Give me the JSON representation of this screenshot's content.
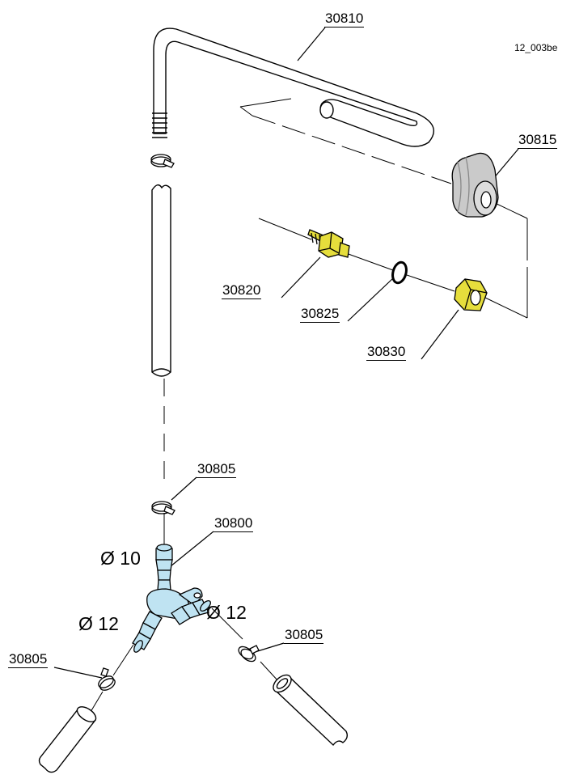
{
  "drawing": {
    "reference": "12_003be",
    "labels": {
      "part_30810": "30810",
      "part_30815": "30815",
      "part_30820": "30820",
      "part_30825": "30825",
      "part_30830": "30830",
      "part_30805_top": "30805",
      "part_30800": "30800",
      "part_30805_left": "30805",
      "part_30805_right": "30805"
    },
    "dimensions": {
      "top_outlet": "Ø 10",
      "left_outlet": "Ø 12",
      "right_outlet": "Ø 12"
    }
  },
  "colors": {
    "line": "#000000",
    "hose": "#ffffff",
    "grey_part": "#c9c9c9",
    "brass": "#e6de3c",
    "tee_fitting": "#bfe3f2"
  }
}
